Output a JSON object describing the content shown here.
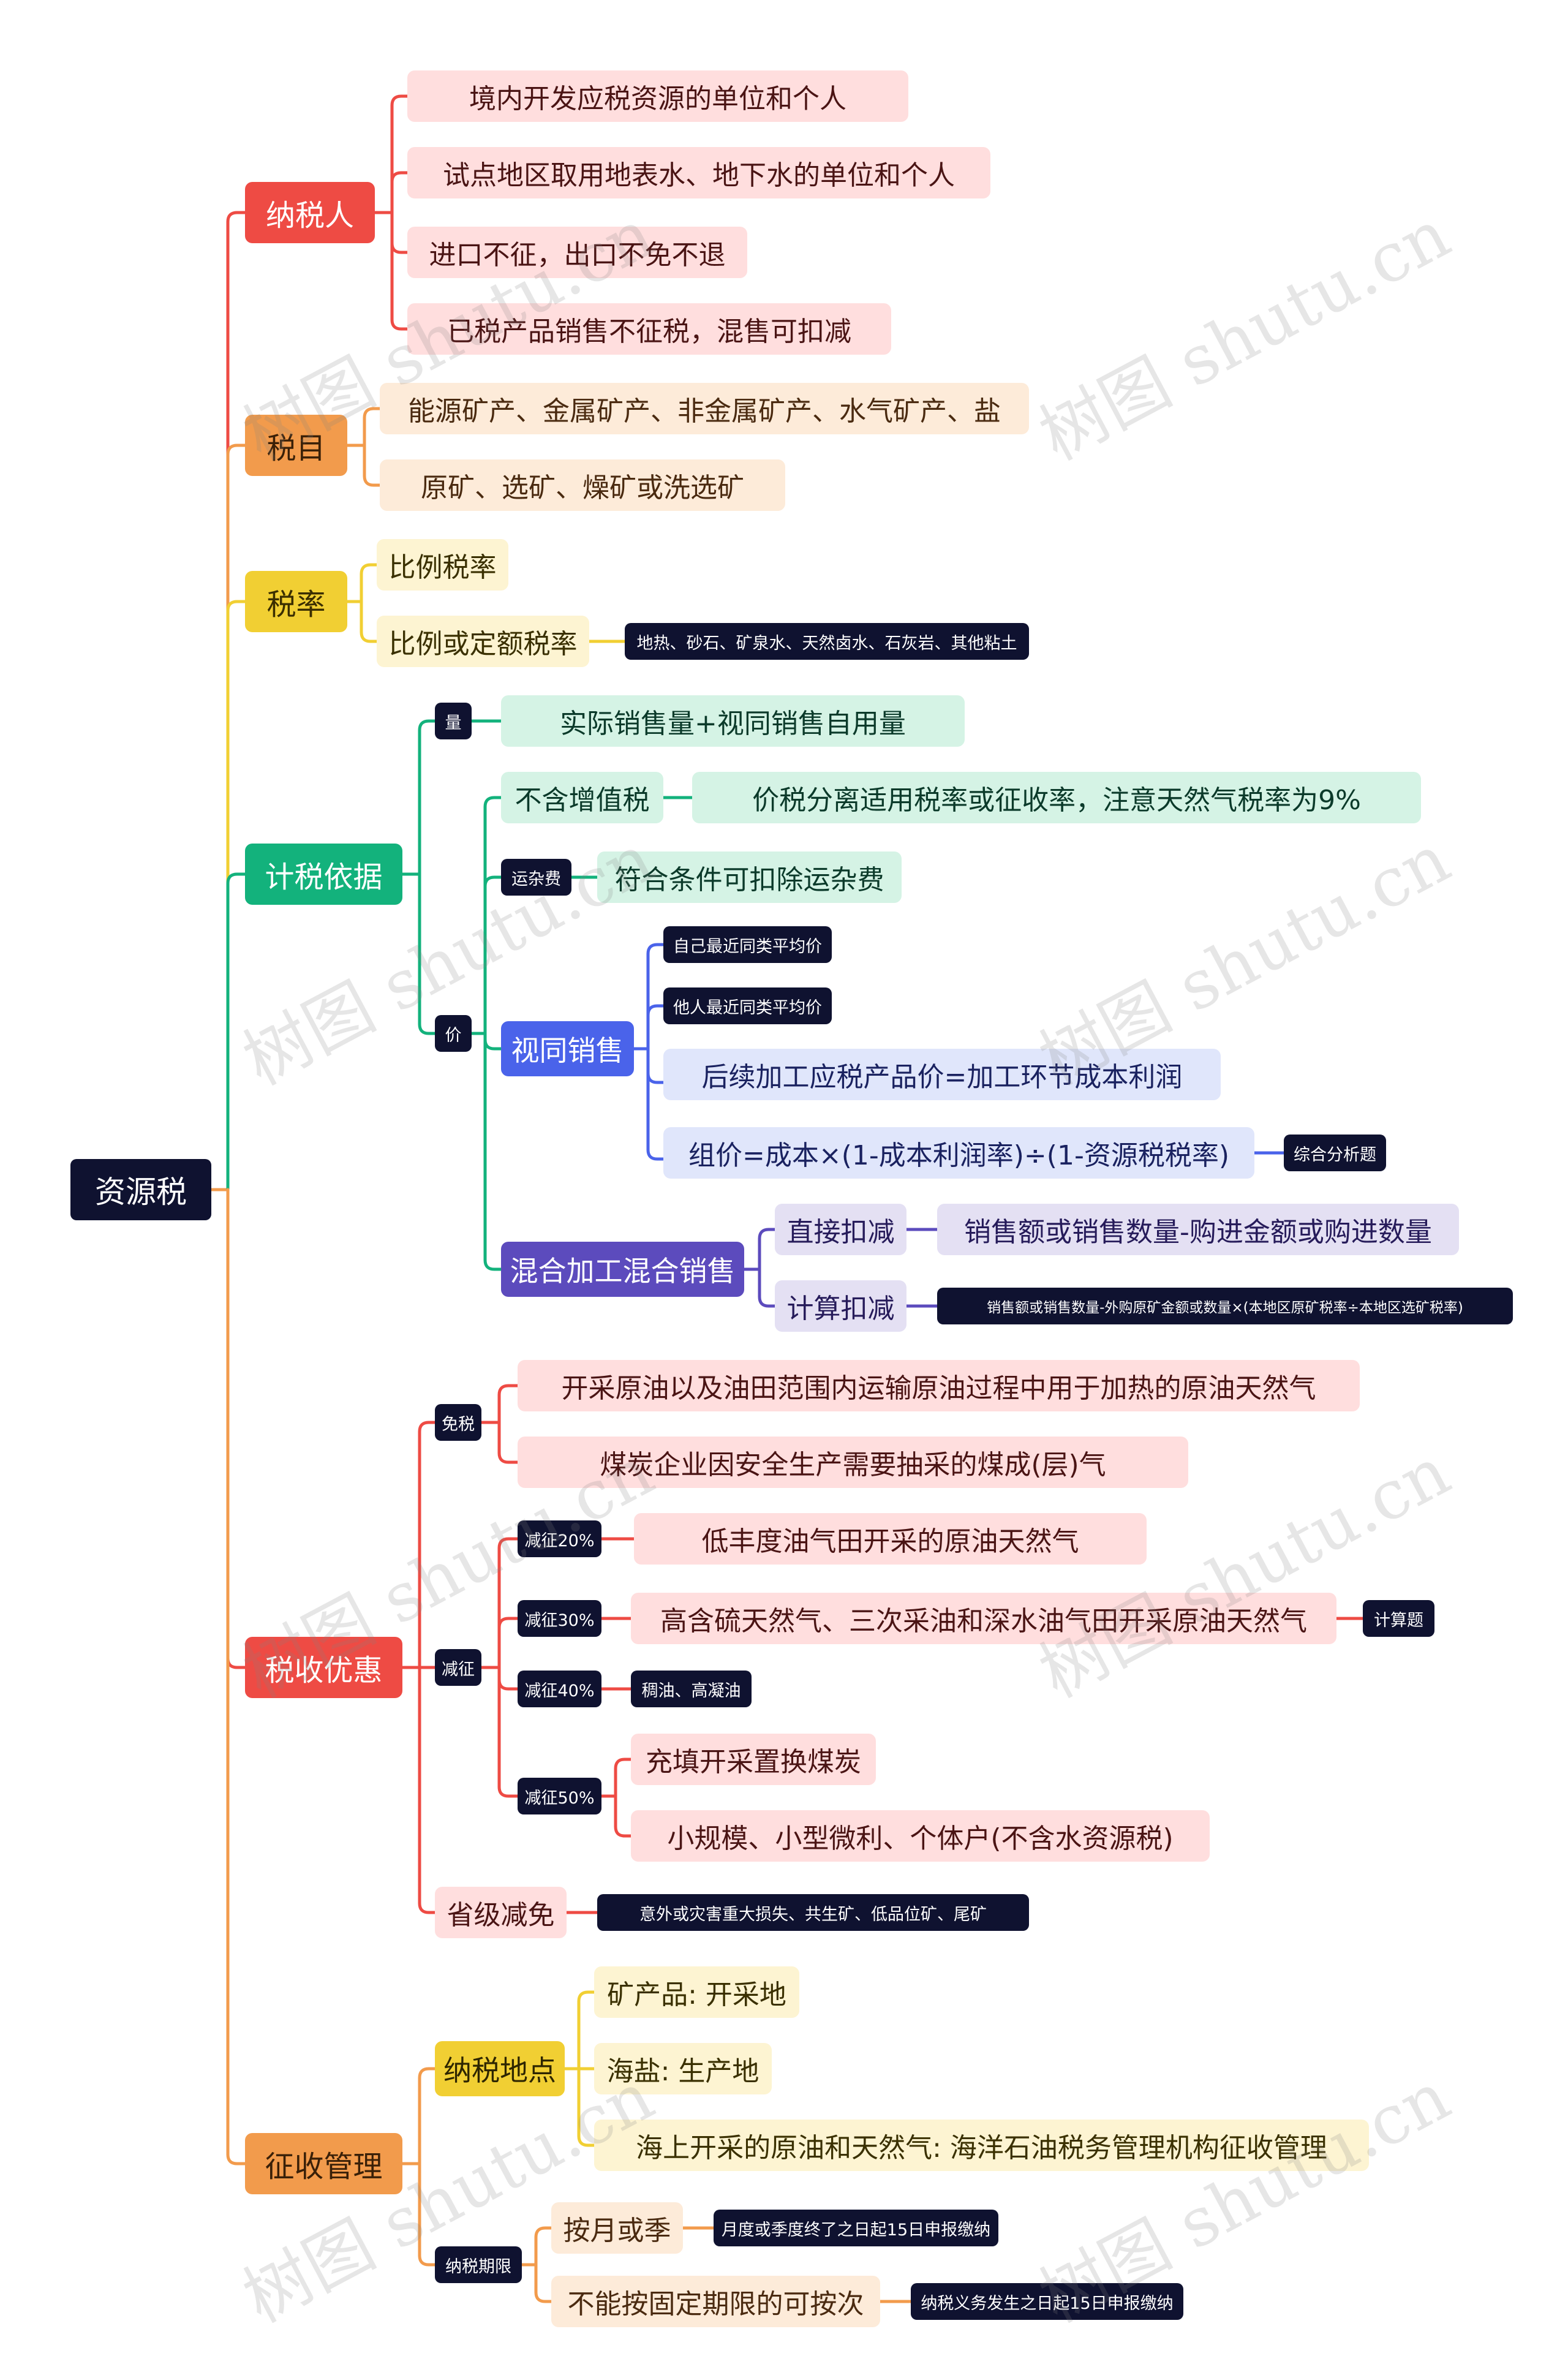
{
  "root": "资源税",
  "payer": {
    "label": "纳税人",
    "items": [
      "境内开发应税资源的单位和个人",
      "试点地区取用地表水、地下水的单位和个人",
      "进口不征，出口不免不退",
      "已税产品销售不征税，混售可扣减"
    ]
  },
  "items_branch": {
    "label": "税目",
    "items": [
      "能源矿产、金属矿产、非金属矿产、水气矿产、盐",
      "原矿、选矿、燥矿或洗选矿"
    ]
  },
  "rate": {
    "label": "税率",
    "proportional": "比例税率",
    "proportional_or_fixed": "比例或定额税率",
    "fixed_note": "地热、砂石、矿泉水、天然卤水、石灰岩、其他粘土"
  },
  "basis": {
    "label": "计税依据",
    "qty": {
      "label": "量",
      "text": "实际销售量+视同销售自用量"
    },
    "price": {
      "label": "价",
      "no_vat": "不含增值税",
      "no_vat_note": "价税分离适用税率或征收率，注意天然气税率为9%",
      "freight": "运杂费",
      "freight_note": "符合条件可扣除运杂费",
      "deemed": {
        "label": "视同销售",
        "own_avg": "自己最近同类平均价",
        "other_avg": "他人最近同类平均价",
        "processing": "后续加工应税产品价=加工环节成本利润",
        "composite": "组价=成本×(1-成本利润率)÷(1-资源税税率)",
        "composite_tag": "综合分析题"
      },
      "mixed": {
        "label": "混合加工混合销售",
        "direct": "直接扣减",
        "direct_note": "销售额或销售数量-购进金额或购进数量",
        "calc": "计算扣减",
        "calc_note": "销售额或销售数量-外购原矿金额或数量×(本地区原矿税率÷本地区选矿税率)"
      }
    }
  },
  "relief": {
    "label": "税收优惠",
    "exempt": {
      "label": "免税",
      "items": [
        "开采原油以及油田范围内运输原油过程中用于加热的原油天然气",
        "煤炭企业因安全生产需要抽采的煤成(层)气"
      ]
    },
    "reduce": {
      "label": "减征",
      "r20": {
        "label": "减征20%",
        "text": "低丰度油气田开采的原油天然气"
      },
      "r30": {
        "label": "减征30%",
        "text": "高含硫天然气、三次采油和深水油气田开采原油天然气",
        "tag": "计算题"
      },
      "r40": {
        "label": "减征40%",
        "text": "稠油、高凝油"
      },
      "r50": {
        "label": "减征50%",
        "items": [
          "充填开采置换煤炭",
          "小规模、小型微利、个体户(不含水资源税)"
        ]
      }
    },
    "provincial": {
      "label": "省级减免",
      "note": "意外或灾害重大损失、共生矿、低品位矿、尾矿"
    }
  },
  "admin": {
    "label": "征收管理",
    "place": {
      "label": "纳税地点",
      "items": [
        "矿产品: 开采地",
        "海盐: 生产地",
        "海上开采的原油和天然气: 海洋石油税务管理机构征收管理"
      ]
    },
    "period": {
      "label": "纳税期限",
      "monthly": "按月或季",
      "monthly_note": "月度或季度终了之日起15日申报缴纳",
      "per_time": "不能按固定期限的可按次",
      "per_time_note": "纳税义务发生之日起15日申报缴纳"
    }
  },
  "watermark": "树图 shutu.cn",
  "colors": {
    "red": "#ee4b44",
    "orange": "#f29b4c",
    "yellow": "#f1cf33",
    "green": "#13b27c",
    "blue": "#4a63ea",
    "purple": "#5c4bbd",
    "dark": "#0f1230"
  }
}
